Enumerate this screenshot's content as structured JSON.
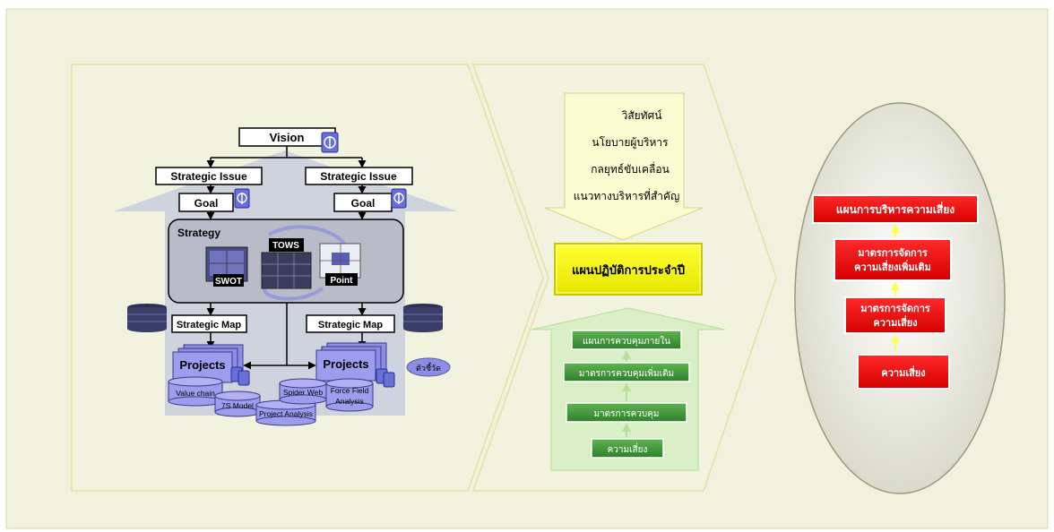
{
  "colors": {
    "background": "#f0f2dd",
    "panel_fill": "#f1f3df",
    "panel_border": "#e3e2a4",
    "house_gray": "#cdd1dc",
    "strategy_box": "#b8bbc7",
    "project_purple": "#8d8de3",
    "vision_beige": "#fbfbd2",
    "routine_yellow": "#ffff00",
    "green_house": "#d9efc5",
    "green_box": "#3f9b3a",
    "red_box": "#ef1111",
    "arrow_yellow": "#ffff55"
  },
  "framework": {
    "vision": "Vision",
    "strategic_issue_left": "Strategic Issue",
    "strategic_issue_right": "Strategic Issue",
    "goal_left": "Goal",
    "goal_right": "Goal",
    "strategy": "Strategy",
    "tows": "TOWS",
    "swot": "SWOT",
    "point": "Point",
    "strategic_map_left": "Strategic Map",
    "strategic_map_right": "Strategic Map",
    "projects_left": "Projects",
    "projects_right": "Projects",
    "value_chain": "Value chain",
    "seven_s": "7S Model",
    "project_analysis": "Project Analysis",
    "spider_web": "Spider Web",
    "force_field_line1": "Force Field",
    "force_field_line2": "Analysis",
    "indicator": "ตัวชี้วัด"
  },
  "middle": {
    "inputs": [
      "วิสัยทัศน์",
      "นโยบายผู้บริหาร",
      "กลยุทธ์ขับเคลื่อน",
      "แนวทางบริหารที่สำคัญ"
    ],
    "routine_plan": "แผนปฏิบัติการประจำปี",
    "control_steps": [
      "แผนการควบคุมภายใน",
      "มาตรการควบคุมเพิ่มเติม",
      "มาตรการควบคุม",
      "ความเสี่ยง"
    ]
  },
  "right": {
    "risk_plan": "แผนการบริหารความเสี่ยง",
    "additional_measures_line1": "มาตรการจัดการ",
    "additional_measures_line2": "ความเสี่ยงเพิ่มเติม",
    "measures_line1": "มาตรการจัดการ",
    "measures_line2": "ความเสี่ยง",
    "risk": "ความเสี่ยง"
  }
}
